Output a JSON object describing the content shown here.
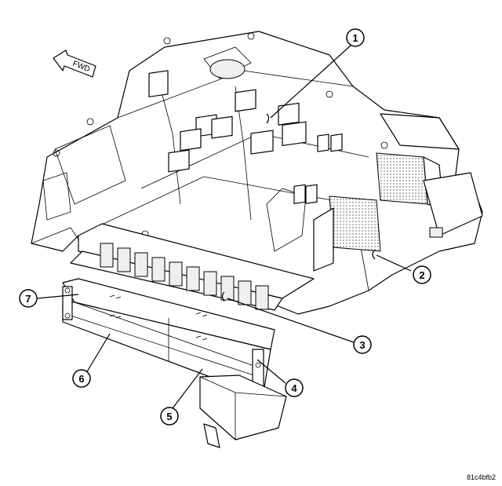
{
  "direction_label": "FWD",
  "figure_ref": "81c4bfb2",
  "callouts": [
    "1",
    "2",
    "3",
    "4",
    "5",
    "6",
    "7"
  ],
  "colors": {
    "line": "#000000",
    "background": "#ffffff"
  }
}
